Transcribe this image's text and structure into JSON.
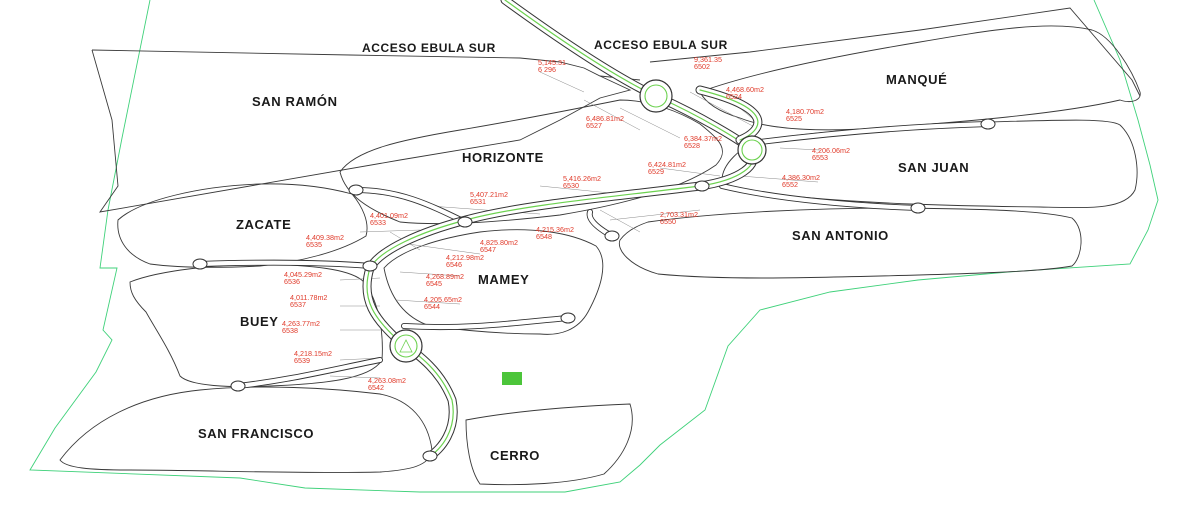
{
  "access_roads": [
    "ACCESO EBULA SUR",
    "ACCESO EBULA SUR"
  ],
  "zones": {
    "manque": "MANQUÉ",
    "san_ramon": "SAN RAMÓN",
    "horizonte": "HORIZONTE",
    "san_juan": "SAN JUAN",
    "zacate": "ZACATE",
    "san_antonio": "SAN ANTONIO",
    "mamey": "MAMEY",
    "buey": "BUEY",
    "san_francisco": "SAN FRANCISCO",
    "cerro": "CERRO"
  },
  "lots": [
    {
      "area": "5,145.31",
      "code": "6 296"
    },
    {
      "area": "9,361.35",
      "code": "6502"
    },
    {
      "area": "4,468.60m2",
      "code": "6524"
    },
    {
      "area": "4,180.70m2",
      "code": "6525"
    },
    {
      "area": "6,486.81m2",
      "code": "6527"
    },
    {
      "area": "6,384.37m2",
      "code": "6528"
    },
    {
      "area": "4,206.06m2",
      "code": "6553"
    },
    {
      "area": "6,424.81m2",
      "code": "6529"
    },
    {
      "area": "4,386.30m2",
      "code": "6552"
    },
    {
      "area": "5,416.26m2",
      "code": "6530"
    },
    {
      "area": "5,407.21m2",
      "code": "6531"
    },
    {
      "area": "4,401.09m2",
      "code": "6533"
    },
    {
      "area": "2,703.31m2",
      "code": "6550"
    },
    {
      "area": "4,409.38m2",
      "code": "6535"
    },
    {
      "area": "4,215.36m2",
      "code": "6548"
    },
    {
      "area": "4,825.80m2",
      "code": "6547"
    },
    {
      "area": "4,212.98m2",
      "code": "6546"
    },
    {
      "area": "4,045.29m2",
      "code": "6536"
    },
    {
      "area": "4,268.89m2",
      "code": "6545"
    },
    {
      "area": "4,011.78m2",
      "code": "6537"
    },
    {
      "area": "4,205.65m2",
      "code": "6544"
    },
    {
      "area": "4,263.77m2",
      "code": "6538"
    },
    {
      "area": "4,218.15m2",
      "code": "6539"
    },
    {
      "area": "4,263.08m2",
      "code": "6542"
    }
  ],
  "colors": {
    "boundary": "#3fd17a",
    "road_center": "#6bd14e",
    "lot_text": "#e03a2a",
    "marker": "#4cc53a"
  }
}
